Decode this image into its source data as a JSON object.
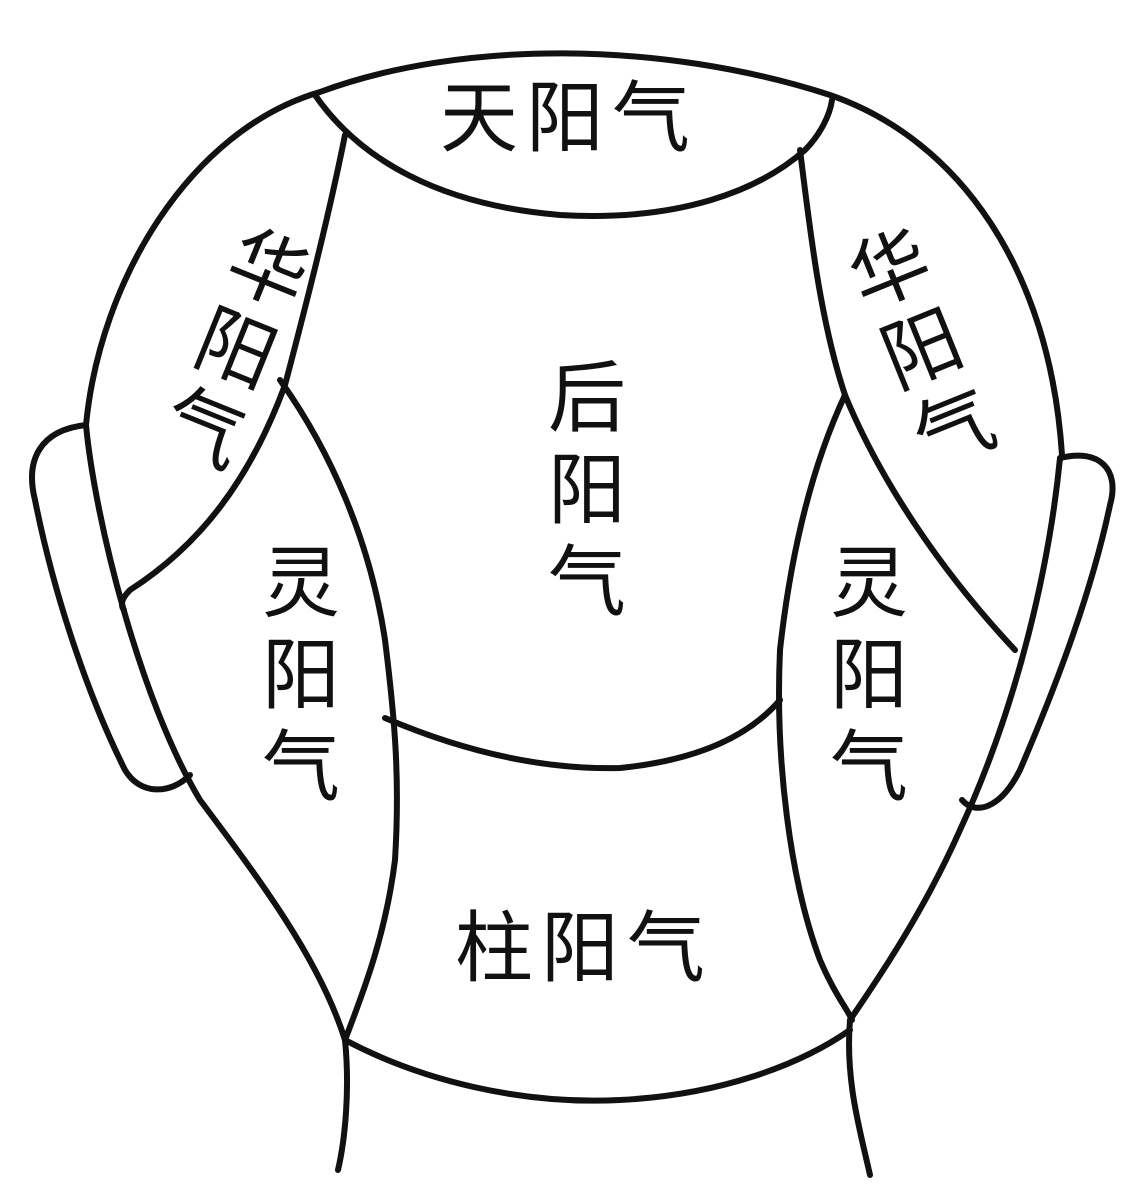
{
  "regions": {
    "top": "天阳气",
    "back": [
      "后",
      "阳",
      "气"
    ],
    "left_upper": [
      "华",
      "阳",
      "气"
    ],
    "right_upper": [
      "华",
      "阳",
      "气"
    ],
    "left_lower": [
      "灵",
      "阳",
      "气"
    ],
    "right_lower": [
      "灵",
      "阳",
      "气"
    ],
    "bottom": "柱阳气"
  }
}
